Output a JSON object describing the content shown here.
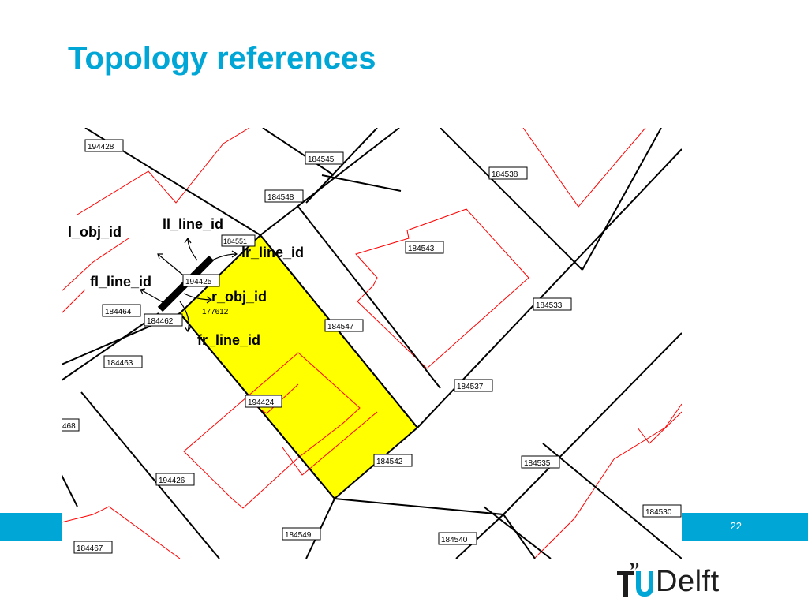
{
  "slide": {
    "title": "Topology references",
    "page_number": "22"
  },
  "map": {
    "parcel_labels": {
      "p194428": "194428",
      "p184545": "184545",
      "p184538": "184538",
      "p184548": "184548",
      "p184551": "184551",
      "p184543": "184543",
      "p194425": "194425",
      "p184464": "184464",
      "p184462": "184462",
      "p184533": "184533",
      "p184547": "184547",
      "p184463": "184463",
      "p184537": "184537",
      "p194424": "194424",
      "p468": "468",
      "p184542": "184542",
      "p184535": "184535",
      "p194426": "194426",
      "p184530": "184530",
      "p184549": "184549",
      "p184540": "184540",
      "p184467": "184467"
    },
    "object_id": "177612",
    "annotations": {
      "l_obj_id": "l_obj_id",
      "ll_line_id": "ll_line_id",
      "lr_line_id": "lr_line_id",
      "fl_line_id": "fl_line_id",
      "r_obj_id": "r_obj_id",
      "fr_line_id": "fr_line_id"
    },
    "colors": {
      "selected_parcel": "#ffff00",
      "building_outline": "#ff0000",
      "parcel_boundary": "#000000",
      "highlighted_edge": "#000000"
    }
  },
  "logo": {
    "text": "Delft",
    "mark": "TU"
  }
}
